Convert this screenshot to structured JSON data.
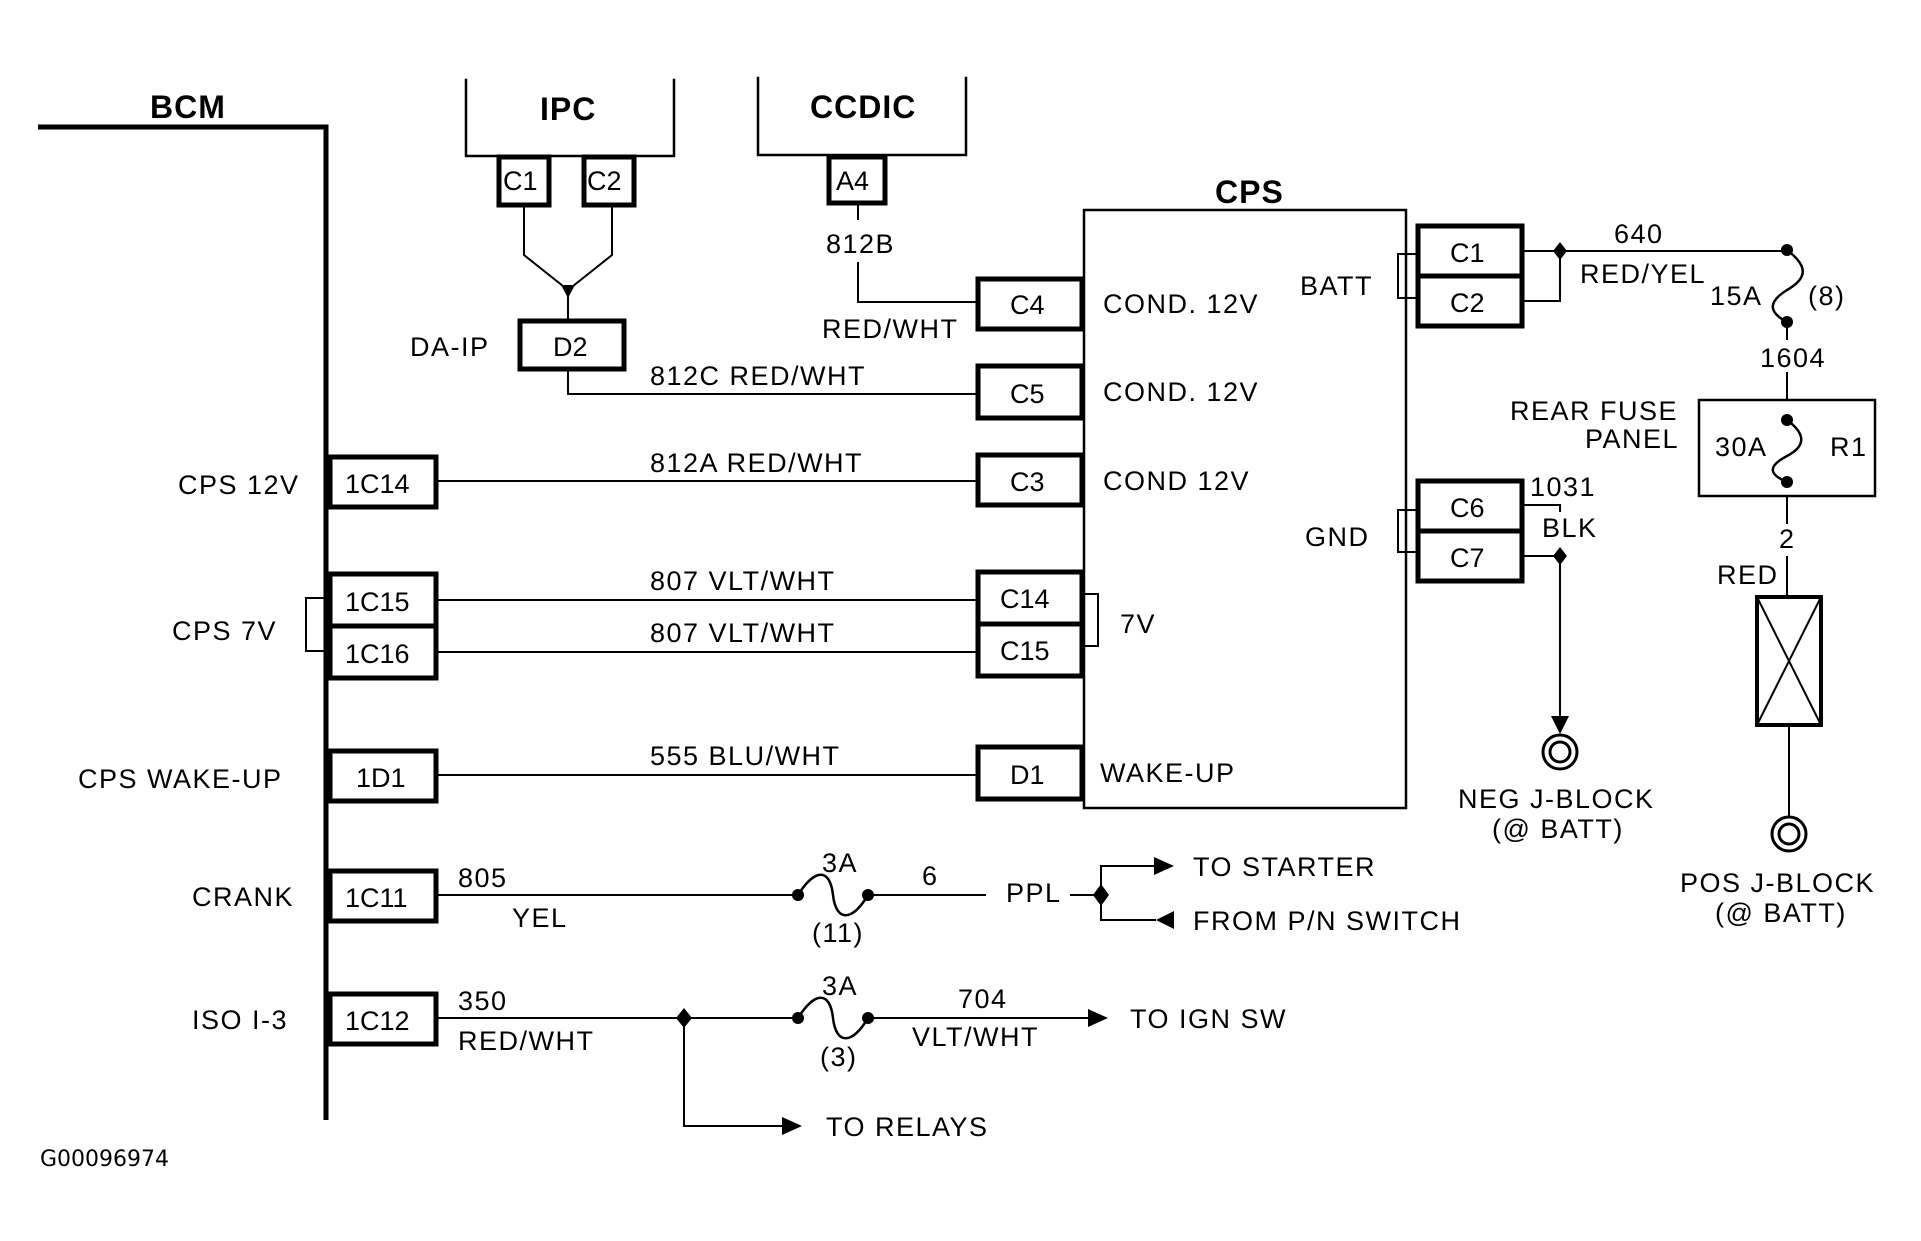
{
  "figure_id": "G00096974",
  "modules": {
    "bcm": "BCM",
    "ipc": "IPC",
    "ccdic": "CCDIC",
    "cps": "CPS",
    "rear_fuse_panel_line1": "REAR FUSE",
    "rear_fuse_panel_line2": "PANEL"
  },
  "ipc_pins": [
    "C1",
    "C2"
  ],
  "ccdic_pin": "A4",
  "da_ip": {
    "label": "DA-IP",
    "pin": "D2"
  },
  "bcm_circuits": [
    {
      "name": "CPS 12V",
      "pin": "1C14"
    },
    {
      "name": "CPS 7V",
      "pins": [
        "1C15",
        "1C16"
      ]
    },
    {
      "name": "CPS WAKE-UP",
      "pin": "1D1"
    },
    {
      "name": "CRANK",
      "pin": "1C11"
    },
    {
      "name": "ISO I-3",
      "pin": "1C12"
    }
  ],
  "cps_inputs": [
    {
      "pin": "C4",
      "function": "COND. 12V",
      "wire": "812B",
      "color": "RED/WHT"
    },
    {
      "pin": "C5",
      "function": "COND. 12V",
      "wire": "812C RED/WHT"
    },
    {
      "pin": "C3",
      "function": "COND  12V",
      "wire": "812A RED/WHT"
    },
    {
      "pin": "C14",
      "wire": "807 VLT/WHT"
    },
    {
      "pin": "C15",
      "wire": "807 VLT/WHT"
    },
    {
      "pin": "D1",
      "function": "WAKE-UP",
      "wire": "555 BLU/WHT"
    }
  ],
  "cps_7v_label": "7V",
  "batt": {
    "label": "BATT",
    "pins": [
      "C1",
      "C2"
    ],
    "wire": "640",
    "color": "RED/YEL",
    "fuse_rating": "15A",
    "fuse_number": "(8)",
    "downstream_wire": "1604",
    "rear_fuse_rating": "30A",
    "rear_fuse_id": "R1",
    "link_wire": "2",
    "link_color": "RED",
    "terminal": [
      "POS J-BLOCK",
      "(@ BATT)"
    ]
  },
  "gnd": {
    "label": "GND",
    "pins": [
      "C6",
      "C7"
    ],
    "wire": "1031",
    "color": "BLK",
    "terminal": [
      "NEG J-BLOCK",
      "(@ BATT)"
    ]
  },
  "crank": {
    "wire": "805",
    "color": "YEL",
    "fuse_rating": "3A",
    "fuse_number": "(11)",
    "out_wire": "6",
    "out_color": "PPL",
    "to_starter": "TO STARTER",
    "from_pn": "FROM P/N SWITCH"
  },
  "iso": {
    "wire": "350",
    "color": "RED/WHT",
    "fuse_rating": "3A",
    "fuse_number": "(3)",
    "out_wire": "704",
    "out_color": "VLT/WHT",
    "to_ign": "TO IGN SW",
    "to_relays": "TO RELAYS"
  }
}
